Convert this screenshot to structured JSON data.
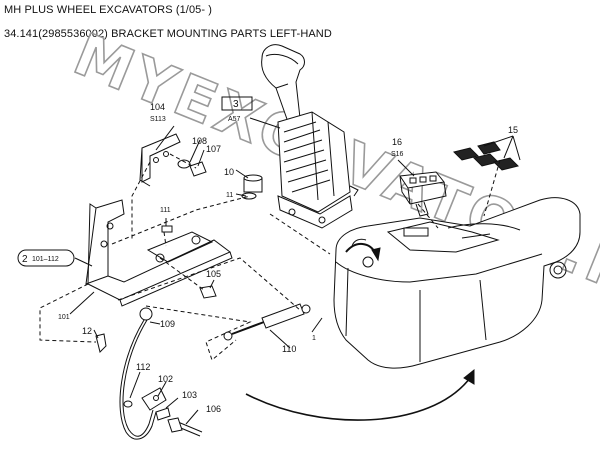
{
  "header": {
    "title": "MH PLUS WHEEL EXCAVATORS (1/05- )",
    "subtitle": "34.141(2985536002) BRACKET MOUNTING PARTS LEFT-HAND"
  },
  "watermark": "MYEXCAVATOR.RU",
  "callouts": {
    "c3": "3",
    "c3_sub": "A57",
    "c2": "2",
    "c2_sub": "101–112",
    "p104": "104",
    "p104_sub": "S113",
    "p108": "108",
    "p107": "107",
    "p10": "10",
    "p11": "11",
    "p16": "16",
    "p16_sub": "S16",
    "p15": "15",
    "p111": "111",
    "p105": "105",
    "p101": "101",
    "p12": "12",
    "p109": "109",
    "p110": "110",
    "p1": "1",
    "p112": "112",
    "p102": "102",
    "p103": "103",
    "p106": "106"
  }
}
